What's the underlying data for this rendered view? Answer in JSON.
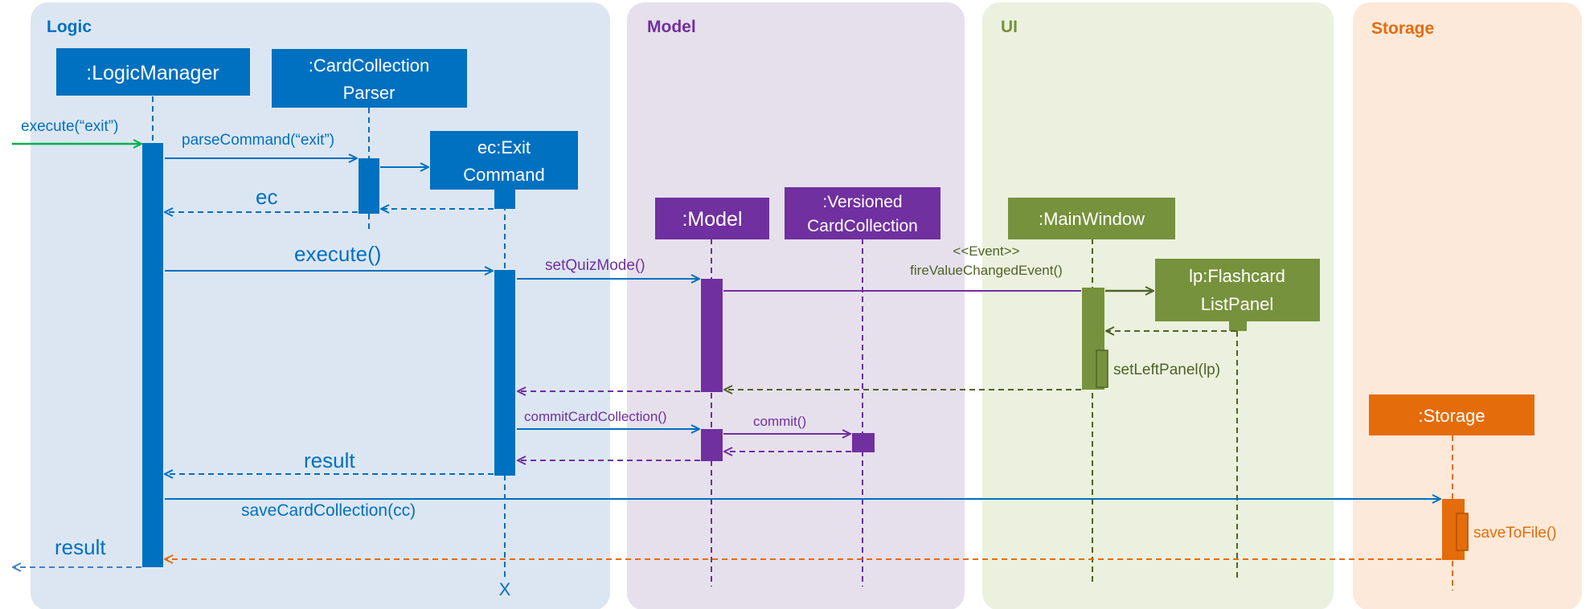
{
  "colors": {
    "logic": "#0070c0",
    "model": "#7030a0",
    "ui": "#76923c",
    "ui_dark": "#4f6228",
    "storage": "#e46c0a",
    "entry": "#00b050",
    "logic_bg": "#dce6f2",
    "model_bg": "#e6e0ec",
    "ui_bg": "#ebf1de",
    "storage_bg": "#fde9d9"
  },
  "frames": {
    "logic": "Logic",
    "model": "Model",
    "ui": "UI",
    "storage": "Storage"
  },
  "participants": {
    "logic_manager": ":LogicManager",
    "parser_line1": ":CardCollection",
    "parser_line2": "Parser",
    "exit_line1": "ec:Exit",
    "exit_line2": "Command",
    "model": ":Model",
    "versioned_line1": ":Versioned",
    "versioned_line2": "CardCollection",
    "main_window": ":MainWindow",
    "panel_line1": "lp:Flashcard",
    "panel_line2": "ListPanel",
    "storage": ":Storage"
  },
  "messages": {
    "execute_exit": "execute(“exit”)",
    "parse_command": "parseCommand(“exit”)",
    "ec": "ec",
    "execute": "execute()",
    "set_quiz_mode": "setQuizMode()",
    "event_stereotype": "<<Event>>",
    "fire_event": "fireValueChangedEvent()",
    "set_left_panel": "setLeftPanel(lp)",
    "commit_card_collection": "commitCardCollection()",
    "commit": "commit()",
    "result_1": "result",
    "save_card_collection": "saveCardCollection(cc)",
    "save_to_file": "saveToFile()",
    "result_2": "result",
    "destroy": "X"
  }
}
